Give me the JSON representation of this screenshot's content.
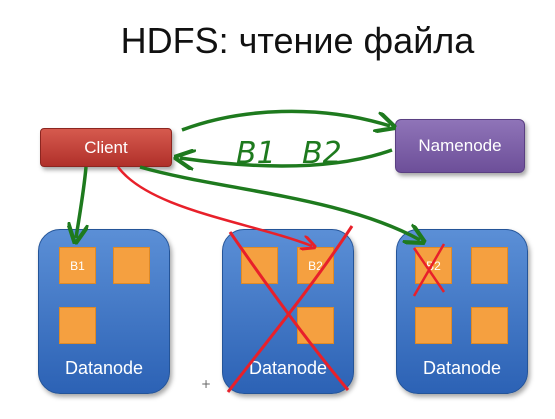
{
  "slide": {
    "title": "HDFS: чтение файла"
  },
  "client": {
    "label": "Client"
  },
  "namenode": {
    "label": "Namenode"
  },
  "annotation": {
    "b1": "B1",
    "b2": "B2"
  },
  "datanodes": [
    {
      "label": "Datanode",
      "blocks": [
        "B1",
        "",
        ""
      ]
    },
    {
      "label": "Datanode",
      "blocks": [
        "",
        "B2",
        ""
      ]
    },
    {
      "label": "Datanode",
      "blocks": [
        "B2",
        "",
        "",
        ""
      ]
    }
  ],
  "colors": {
    "green_arrow": "#1e7a1e",
    "red_mark": "#e8202a"
  }
}
